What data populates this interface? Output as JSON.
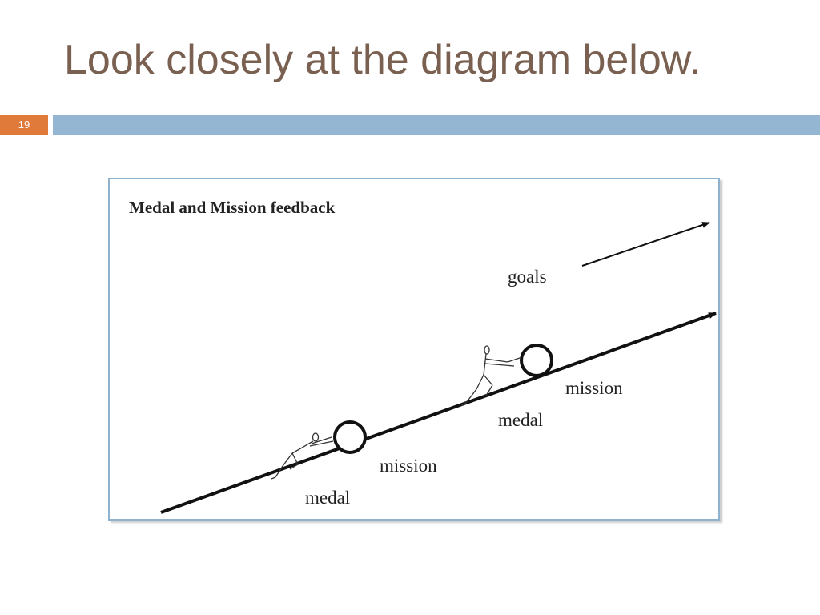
{
  "slide": {
    "title": "Look closely at the diagram below.",
    "number": "19",
    "accent_color": "#e07a3a",
    "bar_color": "#94b6d2",
    "title_color": "#7a6050"
  },
  "diagram": {
    "heading": "Medal and Mission feedback",
    "goals_label": "goals",
    "lower_mission_label": "mission",
    "lower_medal_label": "medal",
    "upper_mission_label": "mission",
    "upper_medal_label": "medal",
    "frame_color": "#8fb3cf"
  }
}
